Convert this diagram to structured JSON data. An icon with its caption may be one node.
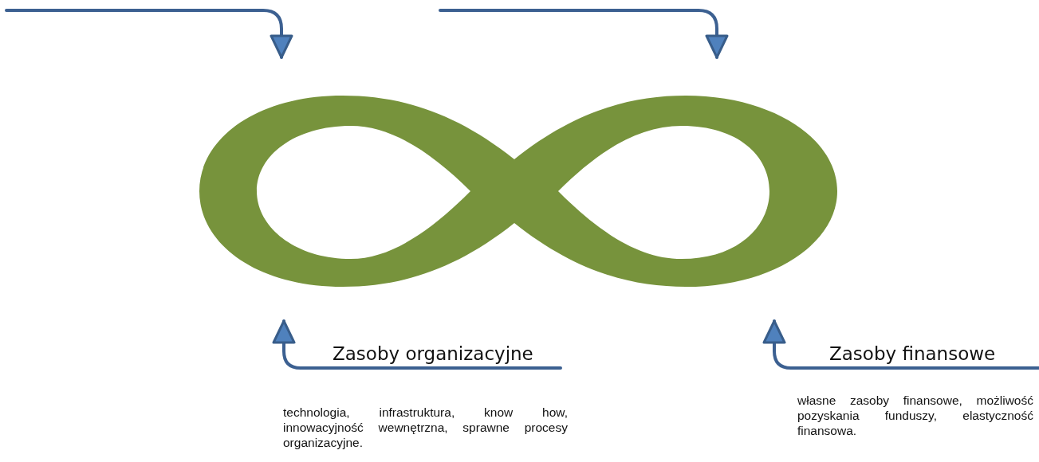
{
  "diagram": {
    "nodes": [
      {
        "text": [],
        "shape": "infinity"
      },
      {
        "text": [
          "Zasoby organizacyjne"
        ]
      },
      {
        "text": [
          "Zasoby finansowe"
        ]
      }
    ],
    "edges": [
      {
        "from": null,
        "to": 0,
        "arrow": "to"
      },
      {
        "from": null,
        "to": 0,
        "arrow": "to"
      },
      {
        "from": 1,
        "to": 0,
        "arrow": "to"
      },
      {
        "from": 2,
        "to": 0,
        "arrow": "to"
      }
    ],
    "labels": [
      "technologia, infrastruktura, know how, innowacyjność wewnętrzna, sprawne procesy organizacyjne.",
      "własne zasoby finansowe, możliwość pozyskania funduszy, elastyczność finansowa."
    ]
  }
}
